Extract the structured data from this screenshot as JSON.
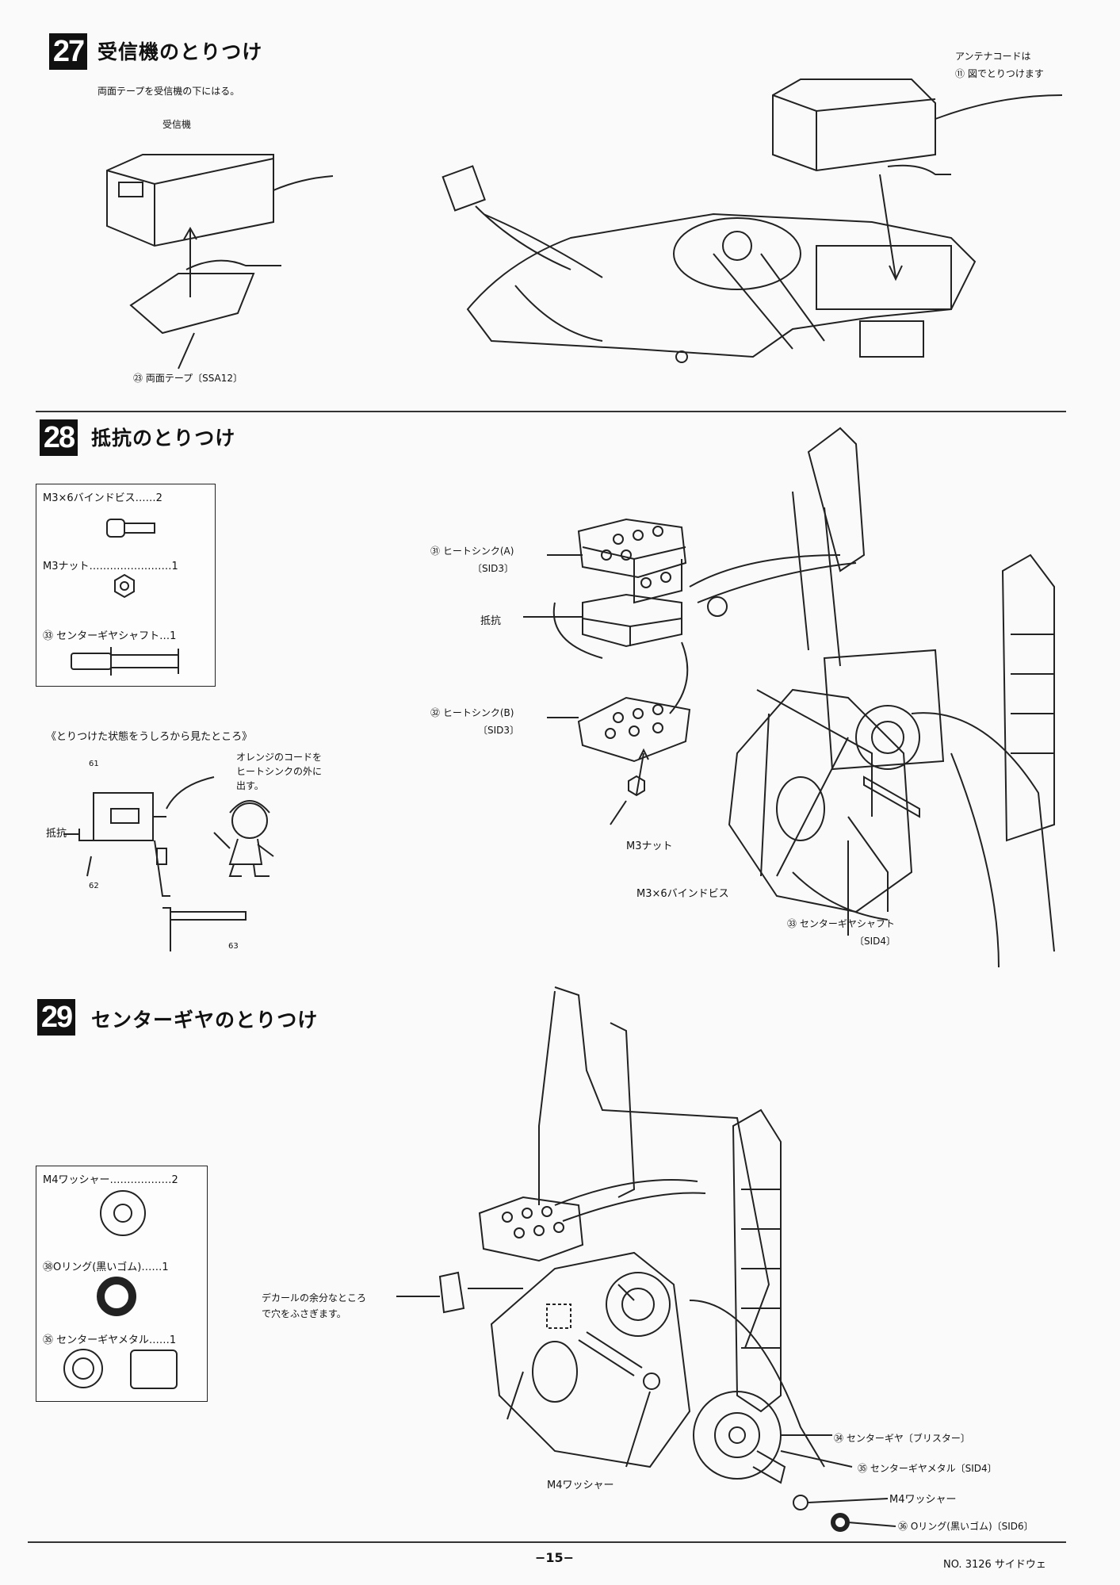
{
  "steps": [
    {
      "number": "27",
      "title": "受信機のとりつけ",
      "note": "両面テープを受信機の下にはる。",
      "labels": {
        "receiver": "受信機",
        "tape": "㉓ 両面テープ〔SSA12〕",
        "antenna_1": "アンテナコードは",
        "antenna_2": "⑪ 図でとりつけます"
      }
    },
    {
      "number": "28",
      "title": "抵抗のとりつけ",
      "parts": [
        {
          "label": "M3×6バインドビス……2"
        },
        {
          "label": "M3ナット……………………1"
        },
        {
          "label": "㉝ センターギヤシャフト…1"
        }
      ],
      "rear_view_title": "《とりつけた状態をうしろから見たところ》",
      "rear_view": {
        "ref_61": "61",
        "cord_note_1": "オレンジのコードを",
        "cord_note_2": "ヒートシンクの外に",
        "cord_note_3": "出す。",
        "resistor": "抵抗",
        "ref_62": "62",
        "ref_63": "63"
      },
      "labels": {
        "heatsink_a": "㉛ ヒートシンク(A)",
        "heatsink_a_code": "〔SID3〕",
        "resistor": "抵抗",
        "heatsink_b": "㉜ ヒートシンク(B)",
        "heatsink_b_code": "〔SID3〕",
        "m3_nut": "M3ナット",
        "m3x6": "M3×6バインドビス",
        "center_shaft": "㉝ センターギヤシャフト",
        "center_shaft_code": "〔SID4〕"
      }
    },
    {
      "number": "29",
      "title": "センターギヤのとりつけ",
      "parts": [
        {
          "label": "M4ワッシャー………………2"
        },
        {
          "label": "㊳Oリング(黒いゴム)……1"
        },
        {
          "label": "㉟ センターギヤメタル……1"
        }
      ],
      "labels": {
        "decal_1": "デカールの余分なところ",
        "decal_2": "で穴をふさぎます。",
        "m4_washer_left": "M4ワッシャー",
        "center_gear": "㉞ センターギヤ〔ブリスター〕",
        "center_metal": "㉟ センターギヤメタル〔SID4〕",
        "m4_washer_right": "M4ワッシャー",
        "o_ring": "㊱ Oリング(黒いゴム)〔SID6〕"
      }
    }
  ],
  "footer": {
    "page": "−15−",
    "model": "NO. 3126 サイドウェ"
  }
}
